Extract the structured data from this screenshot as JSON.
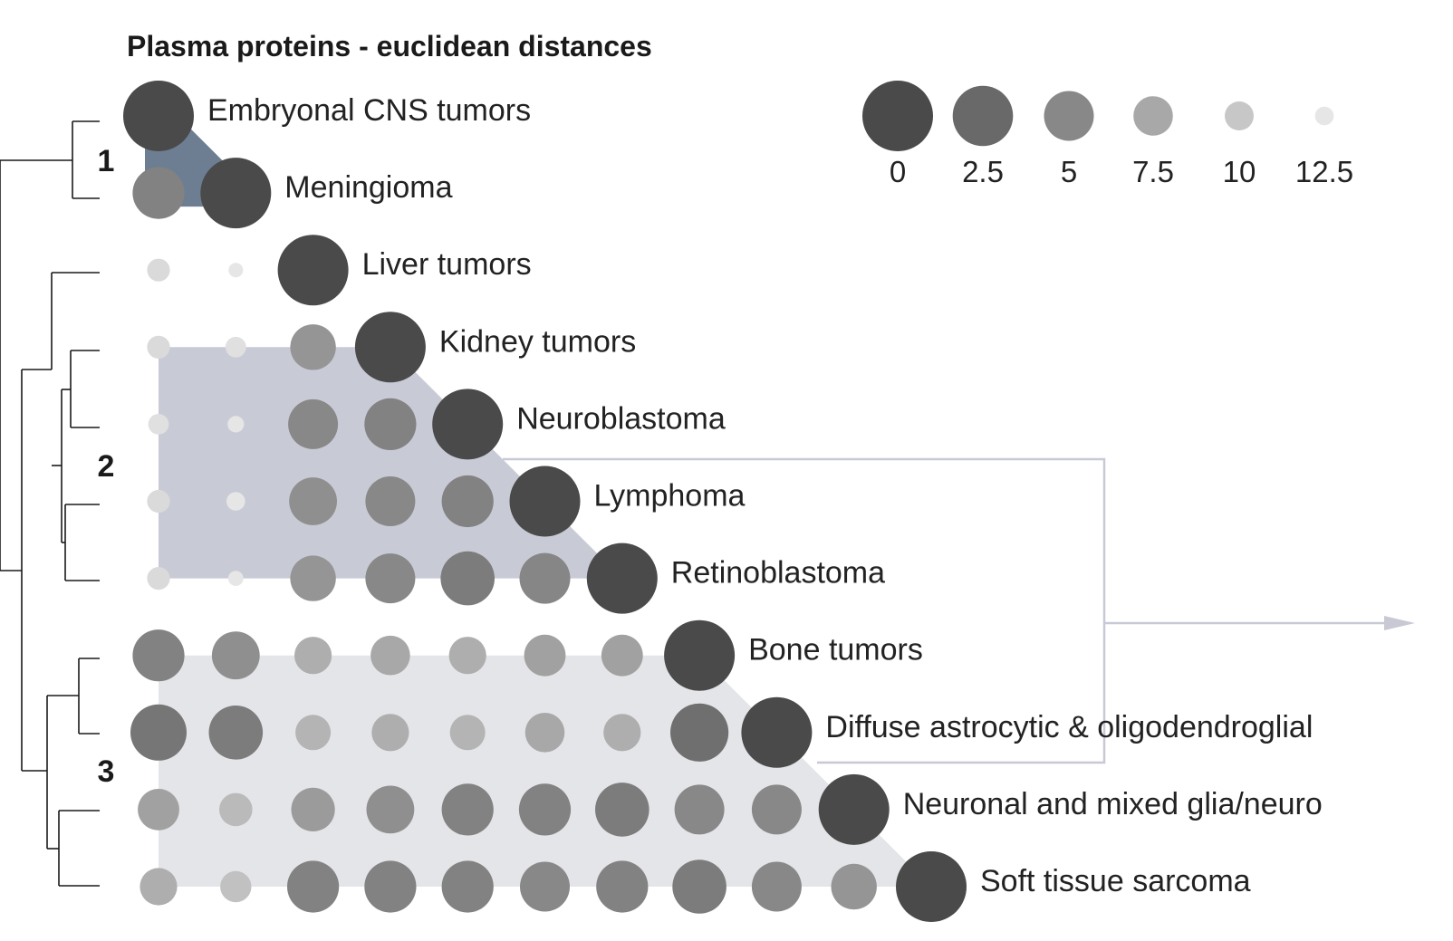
{
  "chart_data": {
    "type": "heatmap",
    "title": "Plasma proteins - euclidean distances",
    "rows": [
      "Embryonal CNS tumors",
      "Meningioma",
      "Liver tumors",
      "Kidney tumors",
      "Neuroblastoma",
      "Lymphoma",
      "Retinoblastoma",
      "Bone tumors",
      "Diffuse astrocytic & oligodendroglial",
      "Neuronal and mixed glia/neuro",
      "Soft tissue sarcoma"
    ],
    "distances": [
      [
        0
      ],
      [
        4.5,
        0
      ],
      [
        11.5,
        13.5,
        0
      ],
      [
        11.5,
        12,
        6,
        0
      ],
      [
        12,
        13,
        5,
        4.5,
        0
      ],
      [
        11.5,
        12.5,
        5.5,
        5,
        4.5,
        0
      ],
      [
        11.5,
        13.3,
        6,
        5,
        4,
        4.8,
        0
      ],
      [
        4.5,
        5.5,
        8,
        7.5,
        8,
        7,
        7,
        0
      ],
      [
        3.5,
        4,
        8.5,
        8,
        8.5,
        7.5,
        8,
        3,
        0
      ],
      [
        7,
        9,
        6.5,
        5.5,
        4.5,
        4.5,
        4,
        5,
        5,
        0
      ],
      [
        8,
        9.5,
        4.5,
        4.5,
        4.5,
        5,
        4.5,
        4,
        5,
        6,
        0
      ]
    ],
    "legend": {
      "values": [
        0,
        2.5,
        5,
        7.5,
        10,
        12.5
      ],
      "labels": [
        "0",
        "2.5",
        "5",
        "7.5",
        "10",
        "12.5"
      ]
    },
    "clusters": [
      {
        "label": "1",
        "rows": [
          0,
          1
        ],
        "color": "#6d7e92"
      },
      {
        "label": "2",
        "rows": [
          2,
          3,
          4,
          5,
          6
        ],
        "color": "#c8cad6"
      },
      {
        "label": "3",
        "rows": [
          7,
          8,
          9,
          10
        ],
        "color": "#e4e5e8"
      }
    ],
    "colors": {
      "dot_dark": "#4a4a4a",
      "dot_light": "#e6e6e6",
      "bracket": "#c8c9d4",
      "dendrogram": "#1a1a1a"
    }
  }
}
